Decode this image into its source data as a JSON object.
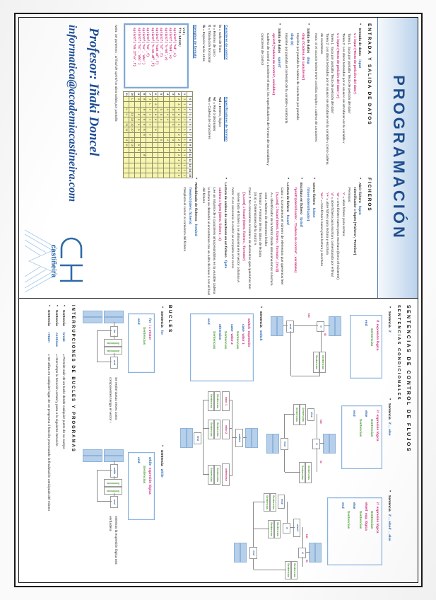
{
  "poster": {
    "title": "PROGRAMACIÓN",
    "sections": {
      "io": {
        "heading": "ENTRADA Y SALIDA DE DATOS",
        "items": [
          {
            "label": "Entrada de datos",
            "keyword": "input",
            "lines": [
              "v = input ('Texto de petición del dato')",
              "Tarea 1: Saca por pantalla 'Texto de petición del dato'",
              "Tarea 2: Los datos tecleados por el usuario se introducen en la variable v",
              "v = input ('Texto de petición del dato','s')",
              "Tarea 1: Saca por pantalla 'Texto de petición del dato'",
              "Tarea 2: Los datos tecleados por el usuario se introducen en la variable v como cadena de caracteres"
            ],
            "note": "Nota: Si el usuario teclea entre comillas simples = cadena de caracteres"
          },
          {
            "label": "Salida de datos",
            "keyword": "disp",
            "lines": [
              "disp ('Cadena de caracteres')",
              "Imprime por pantalla la cadena de caracteres por pantalla",
              "disp (v)",
              "Imprime por pantalla el contenido de la variable v nombrarla"
            ]
          },
          {
            "label": "Salida de datos",
            "keyword": "sprintf",
            "lines": [
              "sprintf ('Cadena de control', variables)",
              "Cadena de control = Contiene el texto, los especificadores de formato de las variables y caracteres de control"
            ]
          }
        ],
        "control_chars": {
          "heading": "Caracteres de control",
          "rows": [
            {
              "code": "\\n",
              "desc": "Salto de línea"
            },
            {
              "code": "\\r",
              "desc": "Retorno de carro"
            },
            {
              "code": "\\t",
              "desc": "Tabulación horizontal"
            },
            {
              "code": "\\b",
              "desc": "Espacio hacia atrás"
            }
          ]
        },
        "format_specs": {
          "heading": "Especificadores de formato",
          "rows": [
            {
              "code": "%d",
              "desc": "Entero, lógico"
            },
            {
              "code": "%f",
              "desc": "Real ó decimales"
            },
            {
              "code": "%s",
              "desc": "Cadena de caracteres"
            }
          ]
        },
        "examples_heading": "Ejemplos de formato",
        "code_example": {
          "lines": [
            "v=5;",
            "f=2.14159;",
            "sprintf('%d',v)",
            "sprintf('%5d',v)",
            "sprintf('%-5d',v)",
            "sprintf('%f',f)",
            "sprintf('%10.4f',f)",
            "sprintf('%-10.4f',f)",
            "sprintf('%e',f)",
            "sprintf('%s','abc')",
            "sprintf('%c','abc')",
            "sprintf('%5.2f\\n',f)"
          ]
        },
        "final_note": "Nota:   Se ponemos ; al final de sprintf no abra salida por pantalla"
      },
      "ficheros": {
        "heading": "FICHEROS",
        "items": [
          {
            "label": "Abrir fichero",
            "keyword": "fopen",
            "lines": [
              "Identificador = fopen ('Fichero', 'Permiso')",
              "Permisos:"
            ],
            "permisos": [
              {
                "code": "'r'",
                "desc": "abre fichero para lectura"
              },
              {
                "code": "'w'",
                "desc": "crea fichero nuevo para escritura (borra el existente)"
              },
              {
                "code": "'a'",
                "desc": "abre fichero para escritura comenzando por el final"
              },
              {
                "code": "'r+'",
                "desc": "abre fichero para lectura y escritura"
              },
              {
                "code": "'w+'",
                "desc": "crea fichero nuevo para lectura y escritura"
              }
            ]
          },
          {
            "label": "Cerrar fichero",
            "keyword": "fclose",
            "lines": [
              "fclose (Identificador)"
            ]
          },
          {
            "label": "Escritura en fichero",
            "keyword": "fprintf",
            "lines": [
              "fprintf (Identificador , 'Cadena de control' , variables)"
            ]
          },
          {
            "label": "Lectura de fichero",
            "keyword": "fscanf",
            "lines": [
              "Caso 1:   Conocemos el número de elementos que queremos leer",
              "[A,cont] = fscanf (Ident. fichero , 'formato' , [m,n])",
              "A = Identificador de la Matriz donde almacenaremos la lectura",
              "cont = Número de elementos leídos",
              "'formato' = Formato de los datos de lectura",
              "[m,n] = Dimensiones de la matriz A",
              "Caso 2:   No conocemos el número de elementos que queremos leer",
              "[A,cont] = fscanf (Ident. fichero , 'formato')",
              "Se lee todo el fichero y se almacena en el vector columna A"
            ],
            "note": "Nota: Si es necesario la matriz se completa con ceros"
          },
          {
            "label": "Lectura de cadena de caracteres en un fichero",
            "keyword": "fgets",
            "lines": [
              "cadena = fgets (Ident. fichero , n)",
              "Lee un máximo de n caracteres almacenándolos en la variable cadena",
              "la lectura se detendrá al encontrarse con un salto de línea ó con el final del fichero"
            ]
          },
          {
            "label": "Rebobinado de ficheros",
            "keyword": "frewind",
            "lines": [
              "frewind (Ident. fichero)",
              "Desplaza el cursor al comienzo del fichero"
            ]
          }
        ]
      },
      "flujos": {
        "heading": "SENTENCIAS DE CONTROL DE FLUJOS",
        "cond_heading": "SENTENCIAS CONDICIONALES",
        "blocks": [
          {
            "title_prefix": "Sentencia",
            "title_kw": "if",
            "syntax": [
              {
                "kw": "if",
                "expr": "expresión lógica"
              },
              {
                "stmt": "Sentencias"
              },
              {
                "kw": "end"
              }
            ],
            "flow_labels": {
              "true": "SI",
              "false": "NO"
            }
          },
          {
            "title_prefix": "Sentencia",
            "title_kw": "if ... else",
            "syntax": [
              {
                "kw": "if",
                "expr": "expresión lógica"
              },
              {
                "stmt": "Sentencias"
              },
              {
                "kw": "else"
              },
              {
                "stmt": "Sentencias"
              },
              {
                "kw": "end"
              }
            ],
            "flow_labels": {
              "true": "SI",
              "false": "NO"
            }
          },
          {
            "title_prefix": "Sentencia",
            "title_kw": "if ... elseif ... else",
            "syntax": [
              {
                "kw": "if",
                "expr": "expresión lógica"
              },
              {
                "stmt": "Sentencias"
              },
              {
                "kw": "elseif",
                "expr": "exp. lógica"
              },
              {
                "stmt": "Sentencias"
              },
              {
                "kw": "else"
              },
              {
                "stmt": "Sentencias"
              },
              {
                "kw": "end"
              }
            ],
            "flow_labels": {
              "true": "SI",
              "false": "NO"
            }
          },
          {
            "title_prefix": "Sentencia",
            "title_kw": "switch",
            "syntax": [
              {
                "kw": "switch",
                "expr": "expresión"
              },
              {
                "kw": "case",
                "expr": "valor 1"
              },
              {
                "stmt": "Sentencias"
              },
              {
                "kw": "case",
                "expr": "valor 2"
              },
              {
                "stmt": "Sentencias"
              },
              {
                "kw": "otherwise"
              },
              {
                "stmt": "Sentencias"
              },
              {
                "kw": "end"
              }
            ],
            "flow_labels": {
              "case1": "valor 1",
              "case2": "valor 2",
              "other": "otherwise",
              "sw": "switch"
            }
          }
        ],
        "bucles_heading": "BUCLES",
        "bucles": [
          {
            "title_prefix": "Sentencia",
            "title_kw": "for",
            "syntax": [
              {
                "kw": "for",
                "expr": "i = vector"
              },
              {
                "stmt": "Sentencias"
              },
              {
                "kw": "end"
              }
            ],
            "caption": "Se repite tantas veces como componentes tenga el vector i"
          },
          {
            "title_prefix": "Sentencia",
            "title_kw": "while",
            "syntax": [
              {
                "kw": "while",
                "expr": "expresión lógica"
              },
              {
                "stmt": "Sentencias"
              },
              {
                "kw": "end"
              }
            ],
            "caption": "mientras la expresión lógica sea verdadera"
          }
        ],
        "interr_heading": "INTERRUPCIONES DE BUCLES Y PROGRAMAS",
        "interr": [
          {
            "label": "Sentencia",
            "kw": "break",
            "desc": "Permite salir de un bucle desde cualquier punto de su cuerpo"
          },
          {
            "label": "Sentencia",
            "kw": "continue",
            "desc": "Interrumpe la iteración actual y pasa a la siguiente iteración"
          },
          {
            "label": "Sentencia",
            "kw": "return",
            "desc": "Se utiliza en cualquier lugar de un programa ó función provocando la finalización anticipada del mismo"
          }
        ]
      }
    },
    "footer": {
      "professor": "Profesor: Iñaki Doncel",
      "email": "informatica@academiacastineira.com",
      "logo_word": "castiñeira"
    },
    "ascii_table": {
      "col_headers": [
        "",
        "0",
        "1",
        "2",
        "3",
        "4",
        "5",
        "6",
        "7",
        "8",
        "9",
        "10",
        "11",
        "12",
        "13",
        "14",
        "15"
      ],
      "row_headers": [
        "1",
        "2",
        "3",
        "4",
        "5",
        "6",
        "7",
        "8",
        "9",
        "10",
        "11"
      ],
      "rows": [
        [
          "1",
          "1",
          "1",
          "1",
          "1",
          "1",
          "1",
          "1",
          "1",
          "1",
          "1",
          "1",
          "1",
          "1",
          "1",
          "1"
        ],
        [
          "2",
          "2",
          "2",
          "2",
          "2",
          "2",
          "2",
          "2",
          "2",
          "2",
          "2",
          "2",
          "2",
          "2",
          "2",
          "2"
        ],
        [
          "",
          "",
          "3",
          "3",
          "3",
          "3",
          "",
          "",
          "3",
          "",
          "",
          "",
          "",
          "",
          "",
          ""
        ],
        [
          "",
          "",
          "4",
          "4",
          "4",
          "",
          "",
          "",
          "4",
          "",
          "",
          "",
          "",
          "",
          "",
          ""
        ],
        [
          "",
          "",
          "5",
          "5",
          "5",
          "",
          "",
          "",
          "5",
          "",
          "",
          "",
          "",
          "",
          "",
          ""
        ],
        [
          "6",
          "6",
          "6",
          "6",
          "6",
          "",
          "6",
          "",
          "6",
          "",
          "",
          "",
          "",
          "",
          "",
          ""
        ],
        [
          "7",
          "L",
          "7",
          "7",
          "7",
          "7",
          "",
          "7",
          "",
          "",
          "",
          "",
          "",
          "",
          "",
          ""
        ],
        [
          "8",
          "",
          "8",
          "8",
          "8",
          "8",
          "8",
          "8",
          "",
          "",
          "",
          "8",
          "",
          "",
          "",
          ""
        ],
        [
          "9",
          "",
          "L",
          "9",
          "9",
          "9",
          "9",
          "",
          "",
          "9",
          "9",
          "",
          "",
          "",
          "",
          ""
        ],
        [
          "L",
          "",
          "",
          "10",
          "10",
          "10",
          "10",
          "",
          "10",
          "10",
          "",
          "",
          "",
          "",
          "",
          ""
        ],
        [
          "",
          "",
          "L",
          "L",
          "",
          "11",
          "11",
          "",
          "11",
          "11",
          "",
          "",
          "",
          "",
          "",
          ""
        ]
      ]
    }
  }
}
